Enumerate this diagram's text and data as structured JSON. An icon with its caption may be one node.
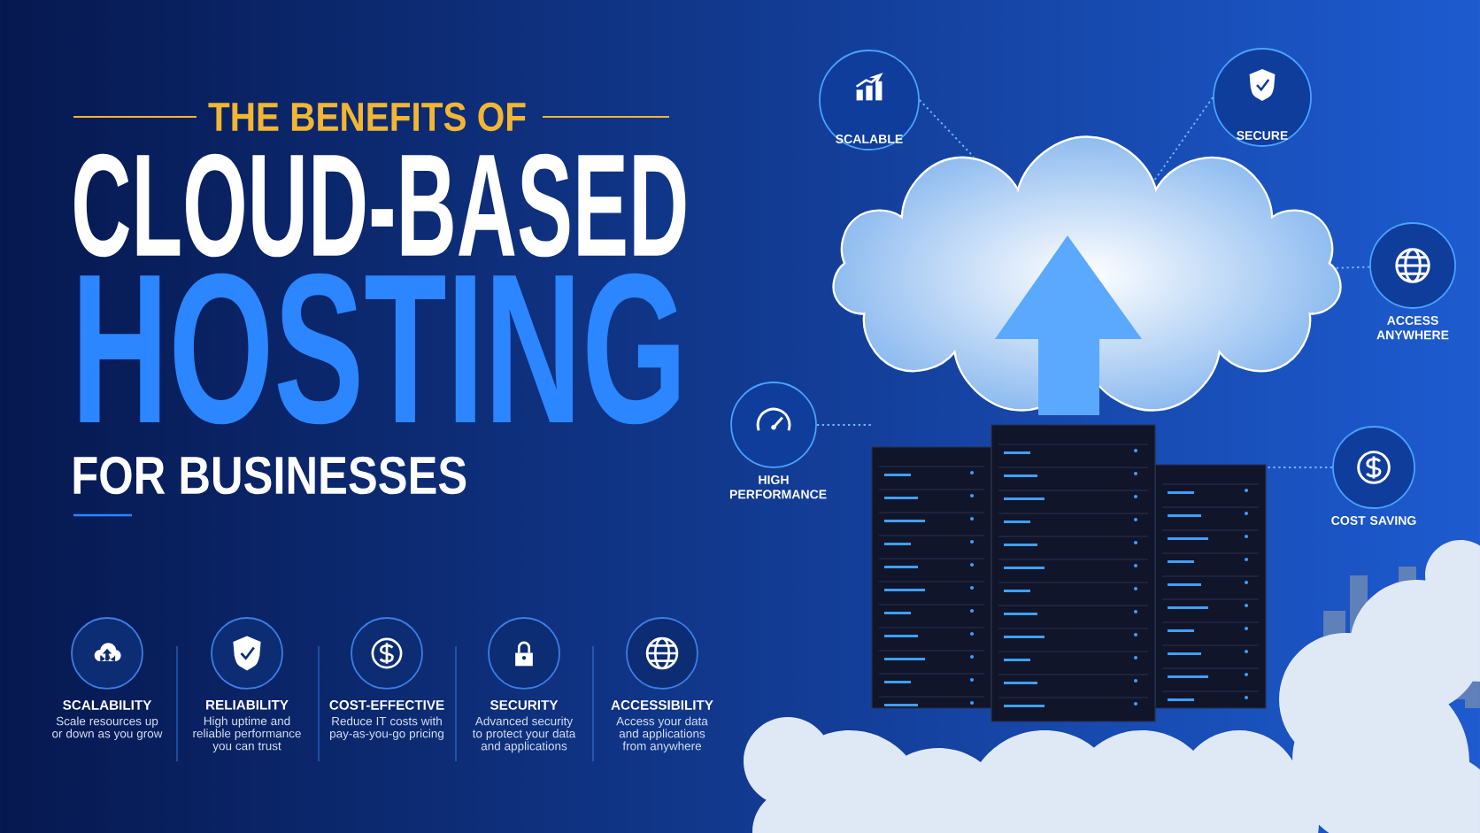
{
  "diagram": {
    "nodes": [
      {
        "text": [
          "SCALABLE"
        ]
      },
      {
        "text": [
          "SECURE"
        ]
      },
      {
        "text": [],
        "shape": "cloud"
      },
      {
        "text": [
          "ACCESS ANYWHERE"
        ]
      },
      {
        "text": [
          "HIGH PERFORMANCE"
        ]
      },
      {
        "text": [],
        "shape": "picture"
      },
      {
        "text": [
          "COST SAVING"
        ]
      },
      {
        "text": [
          "SCALABILITY",
          "Scale resources up or down as you grow"
        ]
      },
      {
        "text": [
          "RELIABILITY",
          "High uptime and reliable performance you can trust"
        ]
      },
      {
        "text": [
          "COST-EFFECTIVE",
          "Reduce IT costs with pay-as-you-go pricing"
        ]
      },
      {
        "text": [
          "SECURITY",
          "Advanced security to protect your data and applications"
        ]
      },
      {
        "text": [
          "ACCESSIBILITY",
          "Access your data and applications from anywhere"
        ]
      }
    ],
    "edges": [
      {
        "from": 0,
        "to": 2,
        "arrow": "none"
      },
      {
        "from": 1,
        "to": 2,
        "arrow": "none"
      },
      {
        "from": 3,
        "to": 2,
        "arrow": "none"
      },
      {
        "from": 4,
        "to": 5,
        "arrow": "none"
      },
      {
        "from": 6,
        "to": 5,
        "arrow": "none"
      }
    ],
    "labels": [
      "THE BENEFITS OF",
      "CLOUD-BASED",
      "HOSTING",
      "FOR BUSINESSES"
    ]
  }
}
